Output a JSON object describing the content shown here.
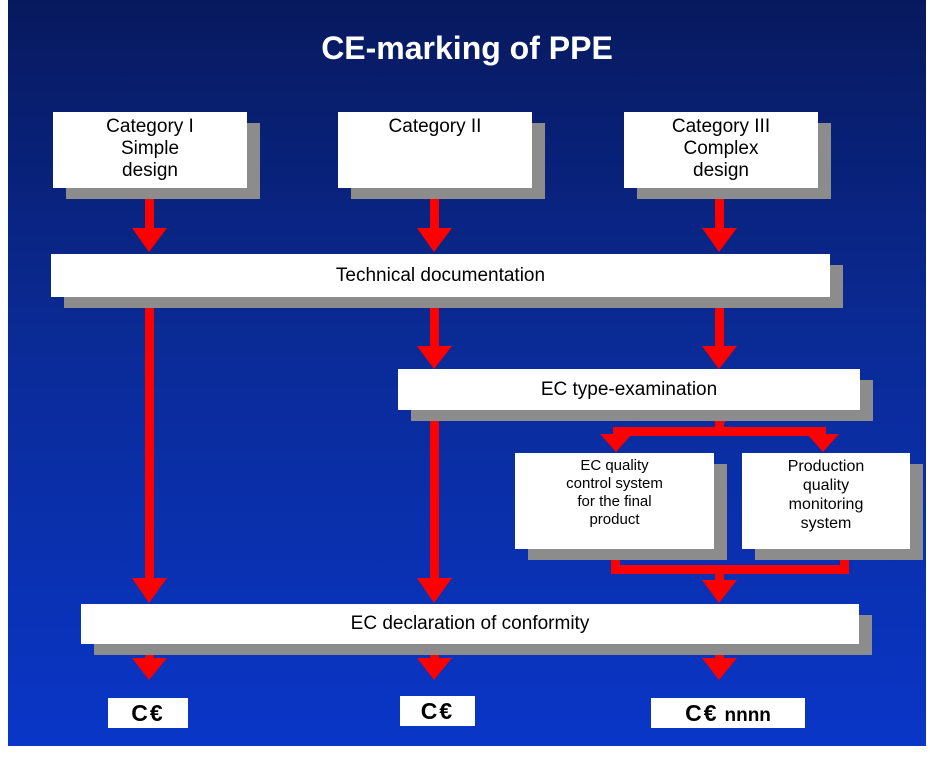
{
  "title": "CE-marking of PPE",
  "categories": [
    {
      "label": "Category I\nSimple\ndesign"
    },
    {
      "label": "Category II"
    },
    {
      "label": "Category III\nComplex\ndesign"
    }
  ],
  "technical_documentation": "Technical documentation",
  "ec_type_examination": "EC type-examination",
  "ec_quality_control": "EC quality\ncontrol system\nfor the final\nproduct",
  "production_quality": "Production\nquality\nmonitoring\nsystem",
  "ec_declaration": "EC declaration of conformity",
  "marks": [
    {
      "ce": "C€",
      "number": ""
    },
    {
      "ce": "C€",
      "number": ""
    },
    {
      "ce": "C€",
      "number": "nnnn"
    }
  ],
  "colors": {
    "arrow": "#ff0000",
    "background_top": "#07195e",
    "background_bottom": "#0a36c8",
    "shadow": "#8c8c8c"
  }
}
